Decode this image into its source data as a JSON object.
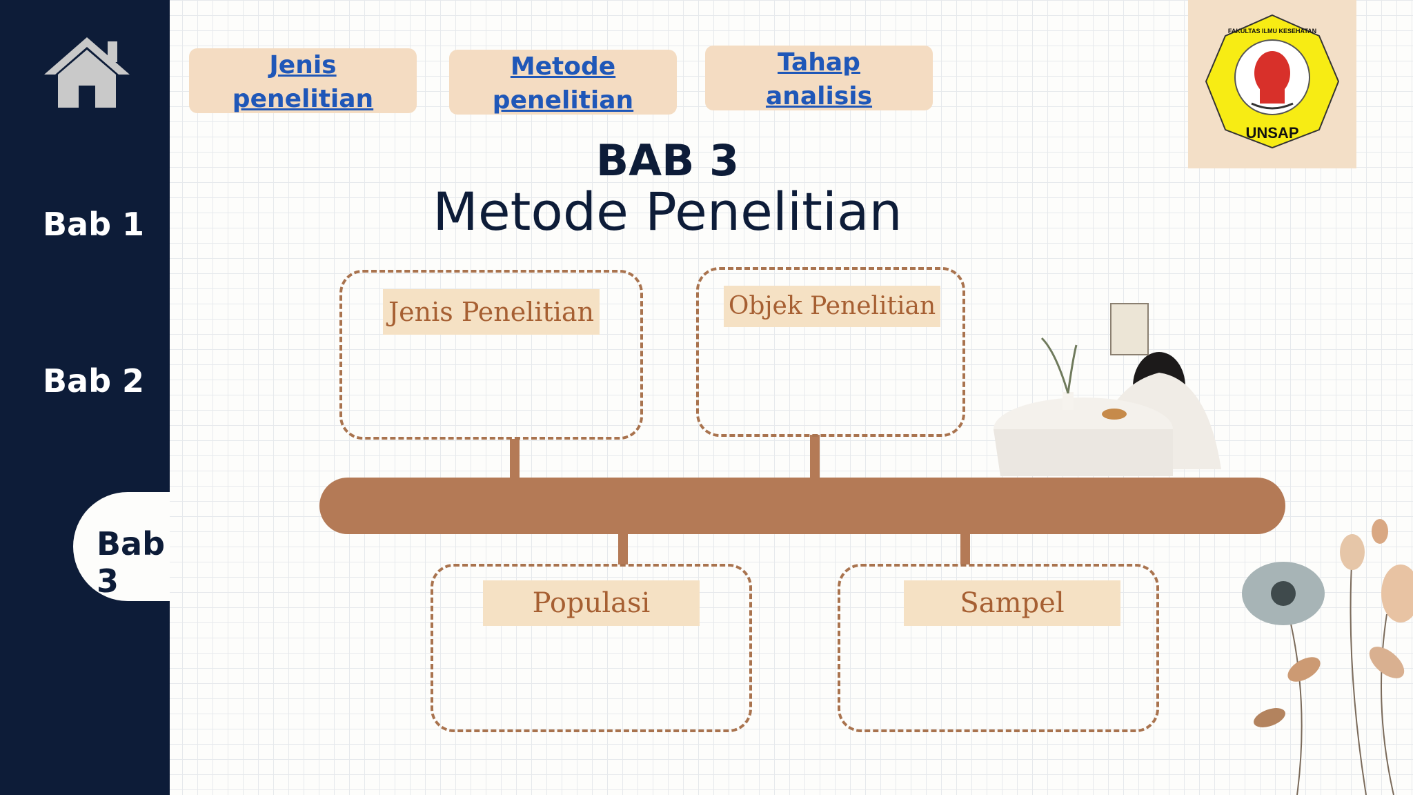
{
  "sidebar": {
    "home_icon": "home-icon",
    "items": [
      {
        "label": "Bab 1"
      },
      {
        "label": "Bab 2"
      },
      {
        "label": "Bab 3",
        "active": true
      }
    ]
  },
  "nav": {
    "tabs": [
      {
        "line1": "Jenis",
        "line2": "penelitian"
      },
      {
        "line1": "Metode",
        "line2": "penelitian"
      },
      {
        "line1": "Tahap",
        "line2": "analisis"
      }
    ]
  },
  "logo": {
    "top_text": "FAKULTAS ILMU KESEHATAN",
    "bottom_text": "UNSAP"
  },
  "heading": {
    "chapter": "BAB 3",
    "title": "Metode Penelitian"
  },
  "diagram": {
    "boxes": [
      {
        "label": "Jenis Penelitian"
      },
      {
        "label": "Objek Penelitian"
      },
      {
        "label": "Populasi"
      },
      {
        "label": "Sampel"
      }
    ]
  },
  "colors": {
    "sidebar": "#0d1c38",
    "accent": "#b47a56",
    "tab_bg": "#f4dcc2",
    "link": "#1f57b8"
  }
}
